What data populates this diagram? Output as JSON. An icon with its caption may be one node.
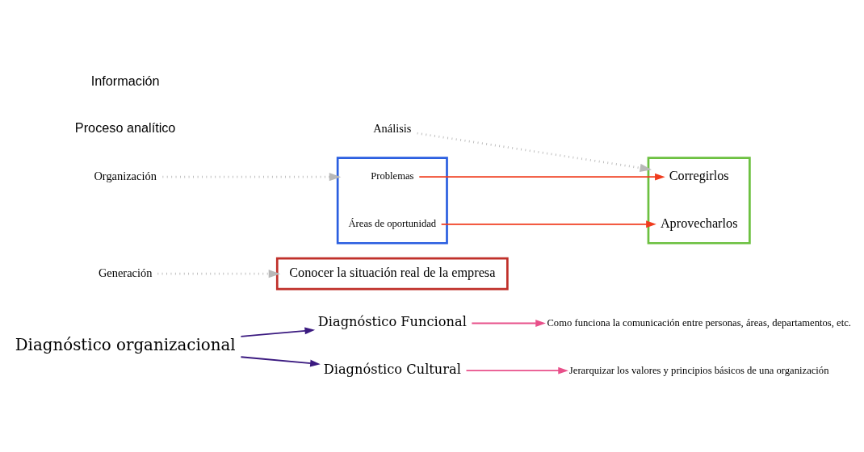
{
  "diagram": {
    "nodes": [
      {
        "text": [
          "Diagnóstico organizacional"
        ]
      },
      {
        "text": [
          "Diagnóstico Funcional"
        ]
      },
      {
        "text": [
          "Como funciona la comunicación entre personas, áreas, departamentos, etc."
        ]
      },
      {
        "text": [
          "Diagnóstico Cultural"
        ]
      },
      {
        "text": [
          "Jerarquizar los valores y principios básicos de una organización"
        ]
      },
      {
        "text": [
          "Conocer la situación real de la empresa"
        ]
      },
      {
        "text": [],
        "shape": "box"
      },
      {
        "text": [
          "Problemas"
        ],
        "in": 6
      },
      {
        "text": [
          "Áreas de oportunidad"
        ],
        "in": 6
      },
      {
        "text": [],
        "shape": "box"
      },
      {
        "text": [
          "Corregirlos"
        ],
        "in": 9
      },
      {
        "text": [
          "Aprovecharlos"
        ],
        "in": 9
      },
      {
        "text": [
          "Generación"
        ]
      },
      {
        "text": [
          "Organización"
        ]
      },
      {
        "text": [
          "Análisis"
        ]
      }
    ],
    "edges": [
      {
        "from": 0,
        "to": 1,
        "arrow": "to",
        "color": "#3b1a80"
      },
      {
        "from": 0,
        "to": 3,
        "arrow": "to",
        "color": "#3b1a80"
      },
      {
        "from": 1,
        "to": 2,
        "arrow": "to",
        "color": "#e8508a"
      },
      {
        "from": 3,
        "to": 4,
        "arrow": "to",
        "color": "#e8508a"
      },
      {
        "from": 7,
        "to": 10,
        "arrow": "to",
        "color": "#f03c1e"
      },
      {
        "from": 8,
        "to": 11,
        "arrow": "to",
        "color": "#f03c1e"
      },
      {
        "from": 12,
        "to": 5,
        "arrow": "to",
        "style": "dashed",
        "color": "#b8b8b8"
      },
      {
        "from": 13,
        "to": 6,
        "arrow": "to",
        "style": "dashed",
        "color": "#b8b8b8"
      },
      {
        "from": 14,
        "to": 9,
        "arrow": "to",
        "style": "dashed",
        "color": "#b8b8b8"
      }
    ],
    "labels": [
      "Proceso analítico",
      "Información"
    ]
  }
}
